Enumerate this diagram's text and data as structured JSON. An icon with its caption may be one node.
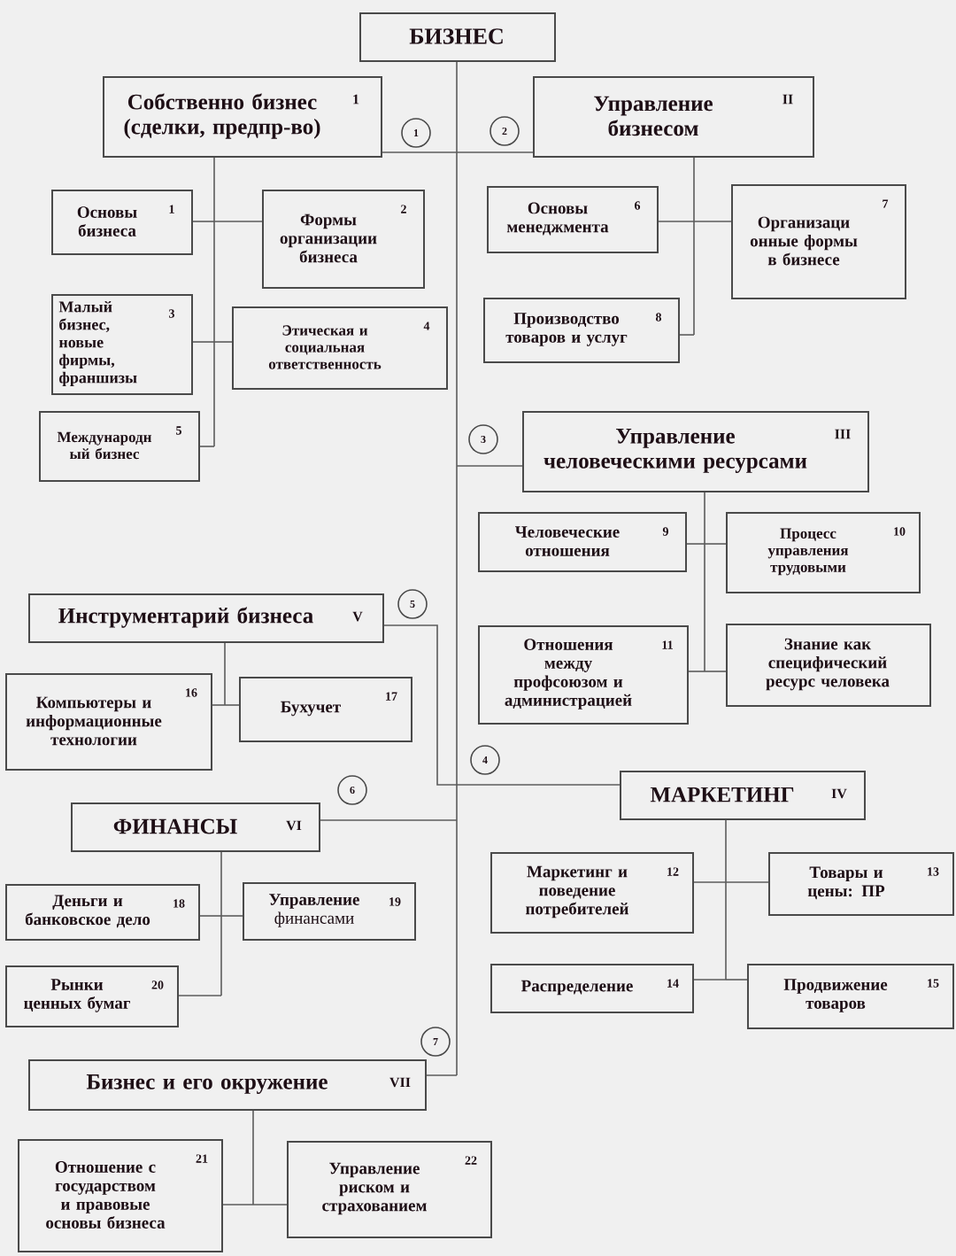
{
  "diagram": {
    "nodes": [
      {
        "text": [
          "БИЗНЕС"
        ]
      },
      {
        "text": [
          "Собственно бизнес (сделки, предпр-во)",
          "1"
        ]
      },
      {
        "text": [
          "1"
        ]
      },
      {
        "text": [
          "2"
        ]
      },
      {
        "text": [
          "Управление бизнесом",
          "II"
        ]
      },
      {
        "text": [
          "Основы бизнеса",
          "1"
        ]
      },
      {
        "text": [
          "Формы организации бизнеса",
          "2"
        ]
      },
      {
        "text": [
          "Основы менеджмента",
          "6"
        ]
      },
      {
        "text": [
          "Организаци онные формы в бизнесе",
          "7"
        ]
      },
      {
        "text": [
          "Малый бизнес, новые фирмы, франшизы",
          "3"
        ]
      },
      {
        "text": [
          "Этическая и социальная ответственность",
          "4"
        ]
      },
      {
        "text": [
          "Производство товаров и услуг",
          "8"
        ]
      },
      {
        "text": [
          "3"
        ]
      },
      {
        "text": [
          "Управление человеческими ресурсами",
          "III"
        ]
      },
      {
        "text": [
          "Международн ый бизнес",
          "5"
        ]
      },
      {
        "text": [
          "Человеческие отношения",
          "9"
        ]
      },
      {
        "text": [
          "Процесс управления трудовыми",
          "10"
        ]
      },
      {
        "text": [
          "5"
        ]
      },
      {
        "text": [
          "Инструментарий бизнеса",
          "V"
        ]
      },
      {
        "text": [
          "Отношения между профсоюзом и администрацией",
          "11"
        ]
      },
      {
        "text": [
          "Знание как специфический ресурс человека"
        ]
      },
      {
        "text": [
          "Компьютеры и информационные технологии",
          "16"
        ]
      },
      {
        "text": [
          "Бухучет",
          "17"
        ]
      },
      {
        "text": [
          "4"
        ]
      },
      {
        "text": [
          "МАРКЕТИНГ",
          "IV"
        ]
      },
      {
        "text": [
          "6"
        ]
      },
      {
        "text": [
          "ФИНАНСЫ",
          "VI"
        ]
      },
      {
        "text": [
          "Маркетинг и поведение потребителей",
          "12"
        ]
      },
      {
        "text": [
          "Товары и цены: ПР",
          "13"
        ]
      },
      {
        "text": [
          "Деньги и банковское дело",
          "18"
        ]
      },
      {
        "text": [
          "**Управление** финансами",
          "19"
        ]
      },
      {
        "text": [
          "Распределение",
          "14"
        ]
      },
      {
        "text": [
          "Продвижение товаров",
          "15"
        ]
      },
      {
        "text": [
          "Рынки ценных бумаг",
          "20"
        ]
      },
      {
        "text": [
          "7"
        ]
      },
      {
        "text": [
          "Бизнес и его окружение",
          "VII"
        ]
      },
      {
        "text": [
          "Отношение с государством и правовые основы бизнеса",
          "21"
        ]
      },
      {
        "text": [
          "Управление риском и страхованием",
          "22"
        ]
      }
    ],
    "edges": [
      {
        "from": 0,
        "to": 1,
        "arrow": "none"
      },
      {
        "from": 0,
        "to": 4,
        "arrow": "none"
      },
      {
        "from": 0,
        "to": 13,
        "arrow": "none"
      },
      {
        "from": 0,
        "to": 18,
        "arrow": "none"
      },
      {
        "from": 0,
        "to": 24,
        "arrow": "none"
      },
      {
        "from": 0,
        "to": 26,
        "arrow": "none"
      },
      {
        "from": 0,
        "to": 35,
        "arrow": "none"
      },
      {
        "from": 1,
        "to": 5,
        "arrow": "none"
      },
      {
        "from": 1,
        "to": 6,
        "arrow": "none"
      },
      {
        "from": 1,
        "to": 9,
        "arrow": "none"
      },
      {
        "from": 1,
        "to": 10,
        "arrow": "none"
      },
      {
        "from": 1,
        "to": 14,
        "arrow": "none"
      },
      {
        "from": 4,
        "to": 7,
        "arrow": "none"
      },
      {
        "from": 4,
        "to": 8,
        "arrow": "none"
      },
      {
        "from": 4,
        "to": 11,
        "arrow": "none"
      },
      {
        "from": 13,
        "to": 15,
        "arrow": "none"
      },
      {
        "from": 13,
        "to": 16,
        "arrow": "none"
      },
      {
        "from": 13,
        "to": 19,
        "arrow": "none"
      },
      {
        "from": 13,
        "to": 20,
        "arrow": "none"
      },
      {
        "from": 18,
        "to": 21,
        "arrow": "none"
      },
      {
        "from": 18,
        "to": 22,
        "arrow": "none"
      },
      {
        "from": 24,
        "to": 27,
        "arrow": "none"
      },
      {
        "from": 24,
        "to": 28,
        "arrow": "none"
      },
      {
        "from": 24,
        "to": 31,
        "arrow": "none"
      },
      {
        "from": 24,
        "to": 32,
        "arrow": "none"
      },
      {
        "from": 26,
        "to": 29,
        "arrow": "none"
      },
      {
        "from": 26,
        "to": 30,
        "arrow": "none"
      },
      {
        "from": 26,
        "to": 33,
        "arrow": "none"
      },
      {
        "from": 35,
        "to": 36,
        "arrow": "none"
      },
      {
        "from": 35,
        "to": 37,
        "arrow": "none"
      }
    ]
  }
}
